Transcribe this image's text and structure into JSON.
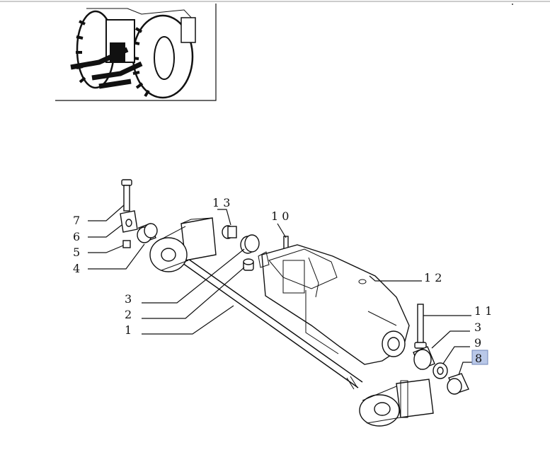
{
  "diagram": {
    "callouts": [
      {
        "id": "7",
        "text": "7"
      },
      {
        "id": "6",
        "text": "6"
      },
      {
        "id": "5",
        "text": "5"
      },
      {
        "id": "4",
        "text": "4"
      },
      {
        "id": "13",
        "text": "1 3"
      },
      {
        "id": "10",
        "text": "1 0"
      },
      {
        "id": "12",
        "text": "1 2"
      },
      {
        "id": "3a",
        "text": "3"
      },
      {
        "id": "2",
        "text": "2"
      },
      {
        "id": "1",
        "text": "1"
      },
      {
        "id": "11",
        "text": "1 1"
      },
      {
        "id": "3b",
        "text": "3"
      },
      {
        "id": "9",
        "text": "9"
      },
      {
        "id": "8",
        "text": "8"
      }
    ],
    "highlighted_callout": "8",
    "colors": {
      "highlight_fill": "#b9c8e8",
      "highlight_stroke": "#6f84b7",
      "ink": "#111111"
    }
  }
}
